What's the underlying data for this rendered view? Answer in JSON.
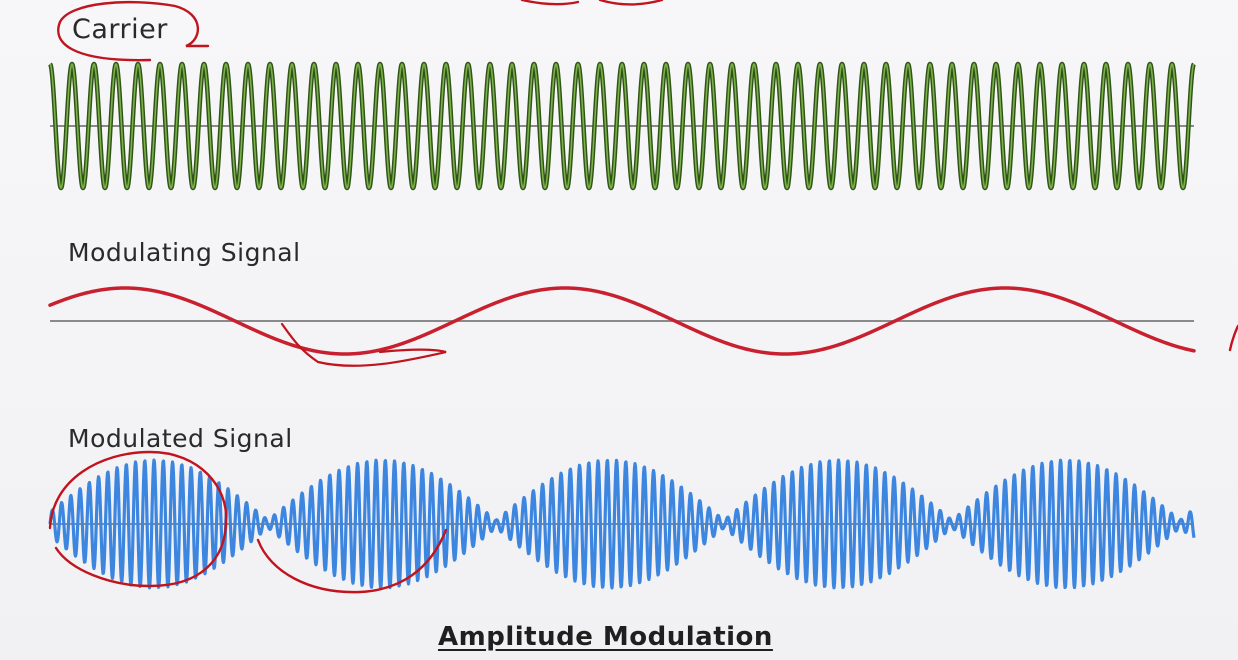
{
  "labels": {
    "carrier": "Carrier",
    "modulating": "Modulating Signal",
    "modulated": "Modulated Signal",
    "caption": "Amplitude Modulation"
  },
  "colors": {
    "carrier": "#3d6b1e",
    "carrier_highlight": "#7bb04a",
    "modulating": "#c8202e",
    "modulated": "#3d86e0",
    "axis": "#8a8a8a",
    "annotation": "#c0141e"
  }
}
